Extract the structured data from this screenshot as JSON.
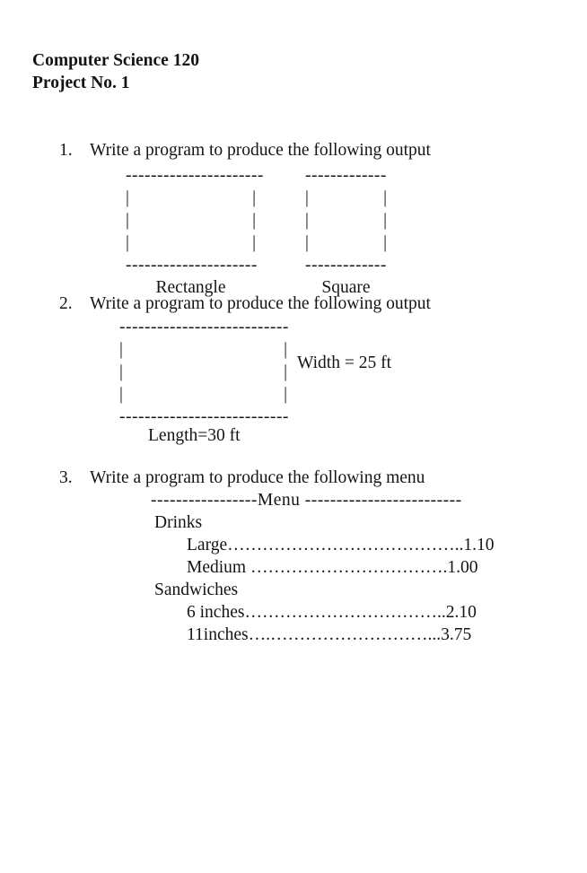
{
  "document": {
    "colors": {
      "background": "#ffffff",
      "text": "#141414"
    },
    "header": {
      "line1": "Computer Science 120",
      "line2": "Project No. 1"
    },
    "items": [
      {
        "number": "1.",
        "text": "Write a program to produce the following output"
      },
      {
        "number": "2.",
        "text": "Write a program to produce the following output"
      },
      {
        "number": "3.",
        "text": "Write a program to produce the following menu"
      }
    ],
    "figure1": {
      "rectangle": {
        "top_dashes": "----------------------",
        "bottom_dashes": "---------------------",
        "side_char": "|",
        "side_rows": 3,
        "label": "Rectangle"
      },
      "square": {
        "top_dashes": "-------------",
        "bottom_dashes": "-------------",
        "side_char": "|",
        "side_rows": 3,
        "label": "Square"
      }
    },
    "figure2": {
      "top_dashes": "---------------------------",
      "bottom_dashes": "---------------------------",
      "side_char": "|",
      "side_rows": 3,
      "width_label": "Width = 25 ft",
      "length_label": "Length=30 ft"
    },
    "menu": {
      "header_line": "-----------------Menu -------------------------",
      "sections": [
        {
          "name": "Drinks",
          "items": [
            "Large…………………………………..1.10",
            "Medium …………………………….1.00"
          ]
        },
        {
          "name": "Sandwiches",
          "items": [
            "6 inches……………………………..2.10",
            "11inches….………………………...3.75"
          ]
        }
      ]
    }
  }
}
